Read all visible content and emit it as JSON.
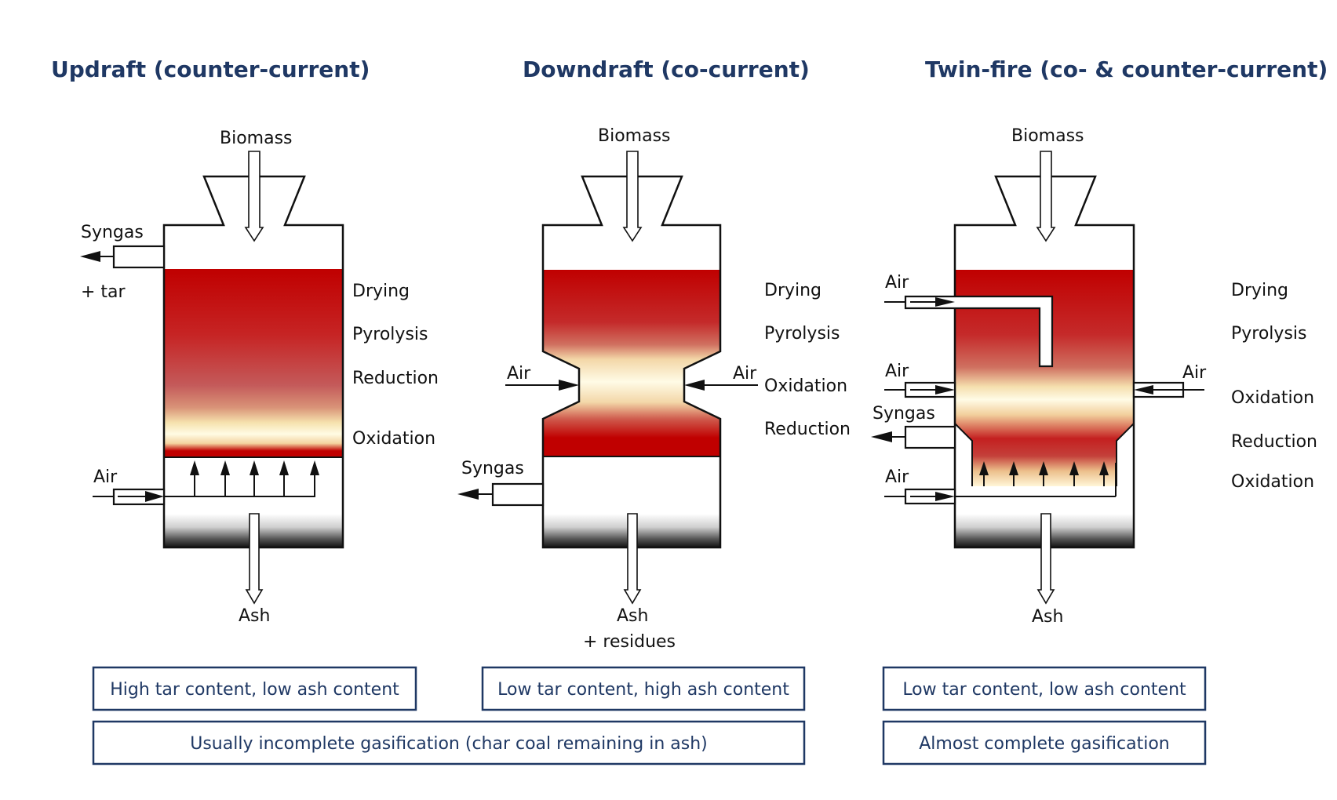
{
  "titles": {
    "updraft": "Updraft (counter-current)",
    "downdraft": "Downdraft (co-current)",
    "twinfire": "Twin-fire (co- & counter-current)"
  },
  "updraft": {
    "biomass": "Biomass",
    "syngas": "Syngas",
    "tar": "+ tar",
    "air": "Air",
    "ash": "Ash",
    "zones": [
      "Drying",
      "Pyrolysis",
      "Reduction",
      "Oxidation"
    ]
  },
  "downdraft": {
    "biomass": "Biomass",
    "air_left": "Air",
    "air_right": "Air",
    "syngas": "Syngas",
    "ash": "Ash",
    "residues": "+ residues",
    "zones": [
      "Drying",
      "Pyrolysis",
      "Oxidation",
      "Reduction"
    ]
  },
  "twinfire": {
    "biomass": "Biomass",
    "air_top": "Air",
    "air_mid": "Air",
    "air_right": "Air",
    "syngas": "Syngas",
    "air_bottom": "Air",
    "ash": "Ash",
    "zones": [
      "Drying",
      "Pyrolysis",
      "Oxidation",
      "Reduction",
      "Oxidation"
    ]
  },
  "boxes": {
    "updraft_note": "High tar content, low ash content",
    "downdraft_note": "Low tar content, high ash content",
    "twinfire_note": "Low tar content, low ash content",
    "incomplete": "Usually incomplete gasification (char coal remaining in ash)",
    "complete": "Almost complete gasification"
  },
  "colors": {
    "title": "#1f3864",
    "hot_red": "#c00000",
    "oxidation_glow": "#fff6cc",
    "ash_dark": "#111111"
  }
}
